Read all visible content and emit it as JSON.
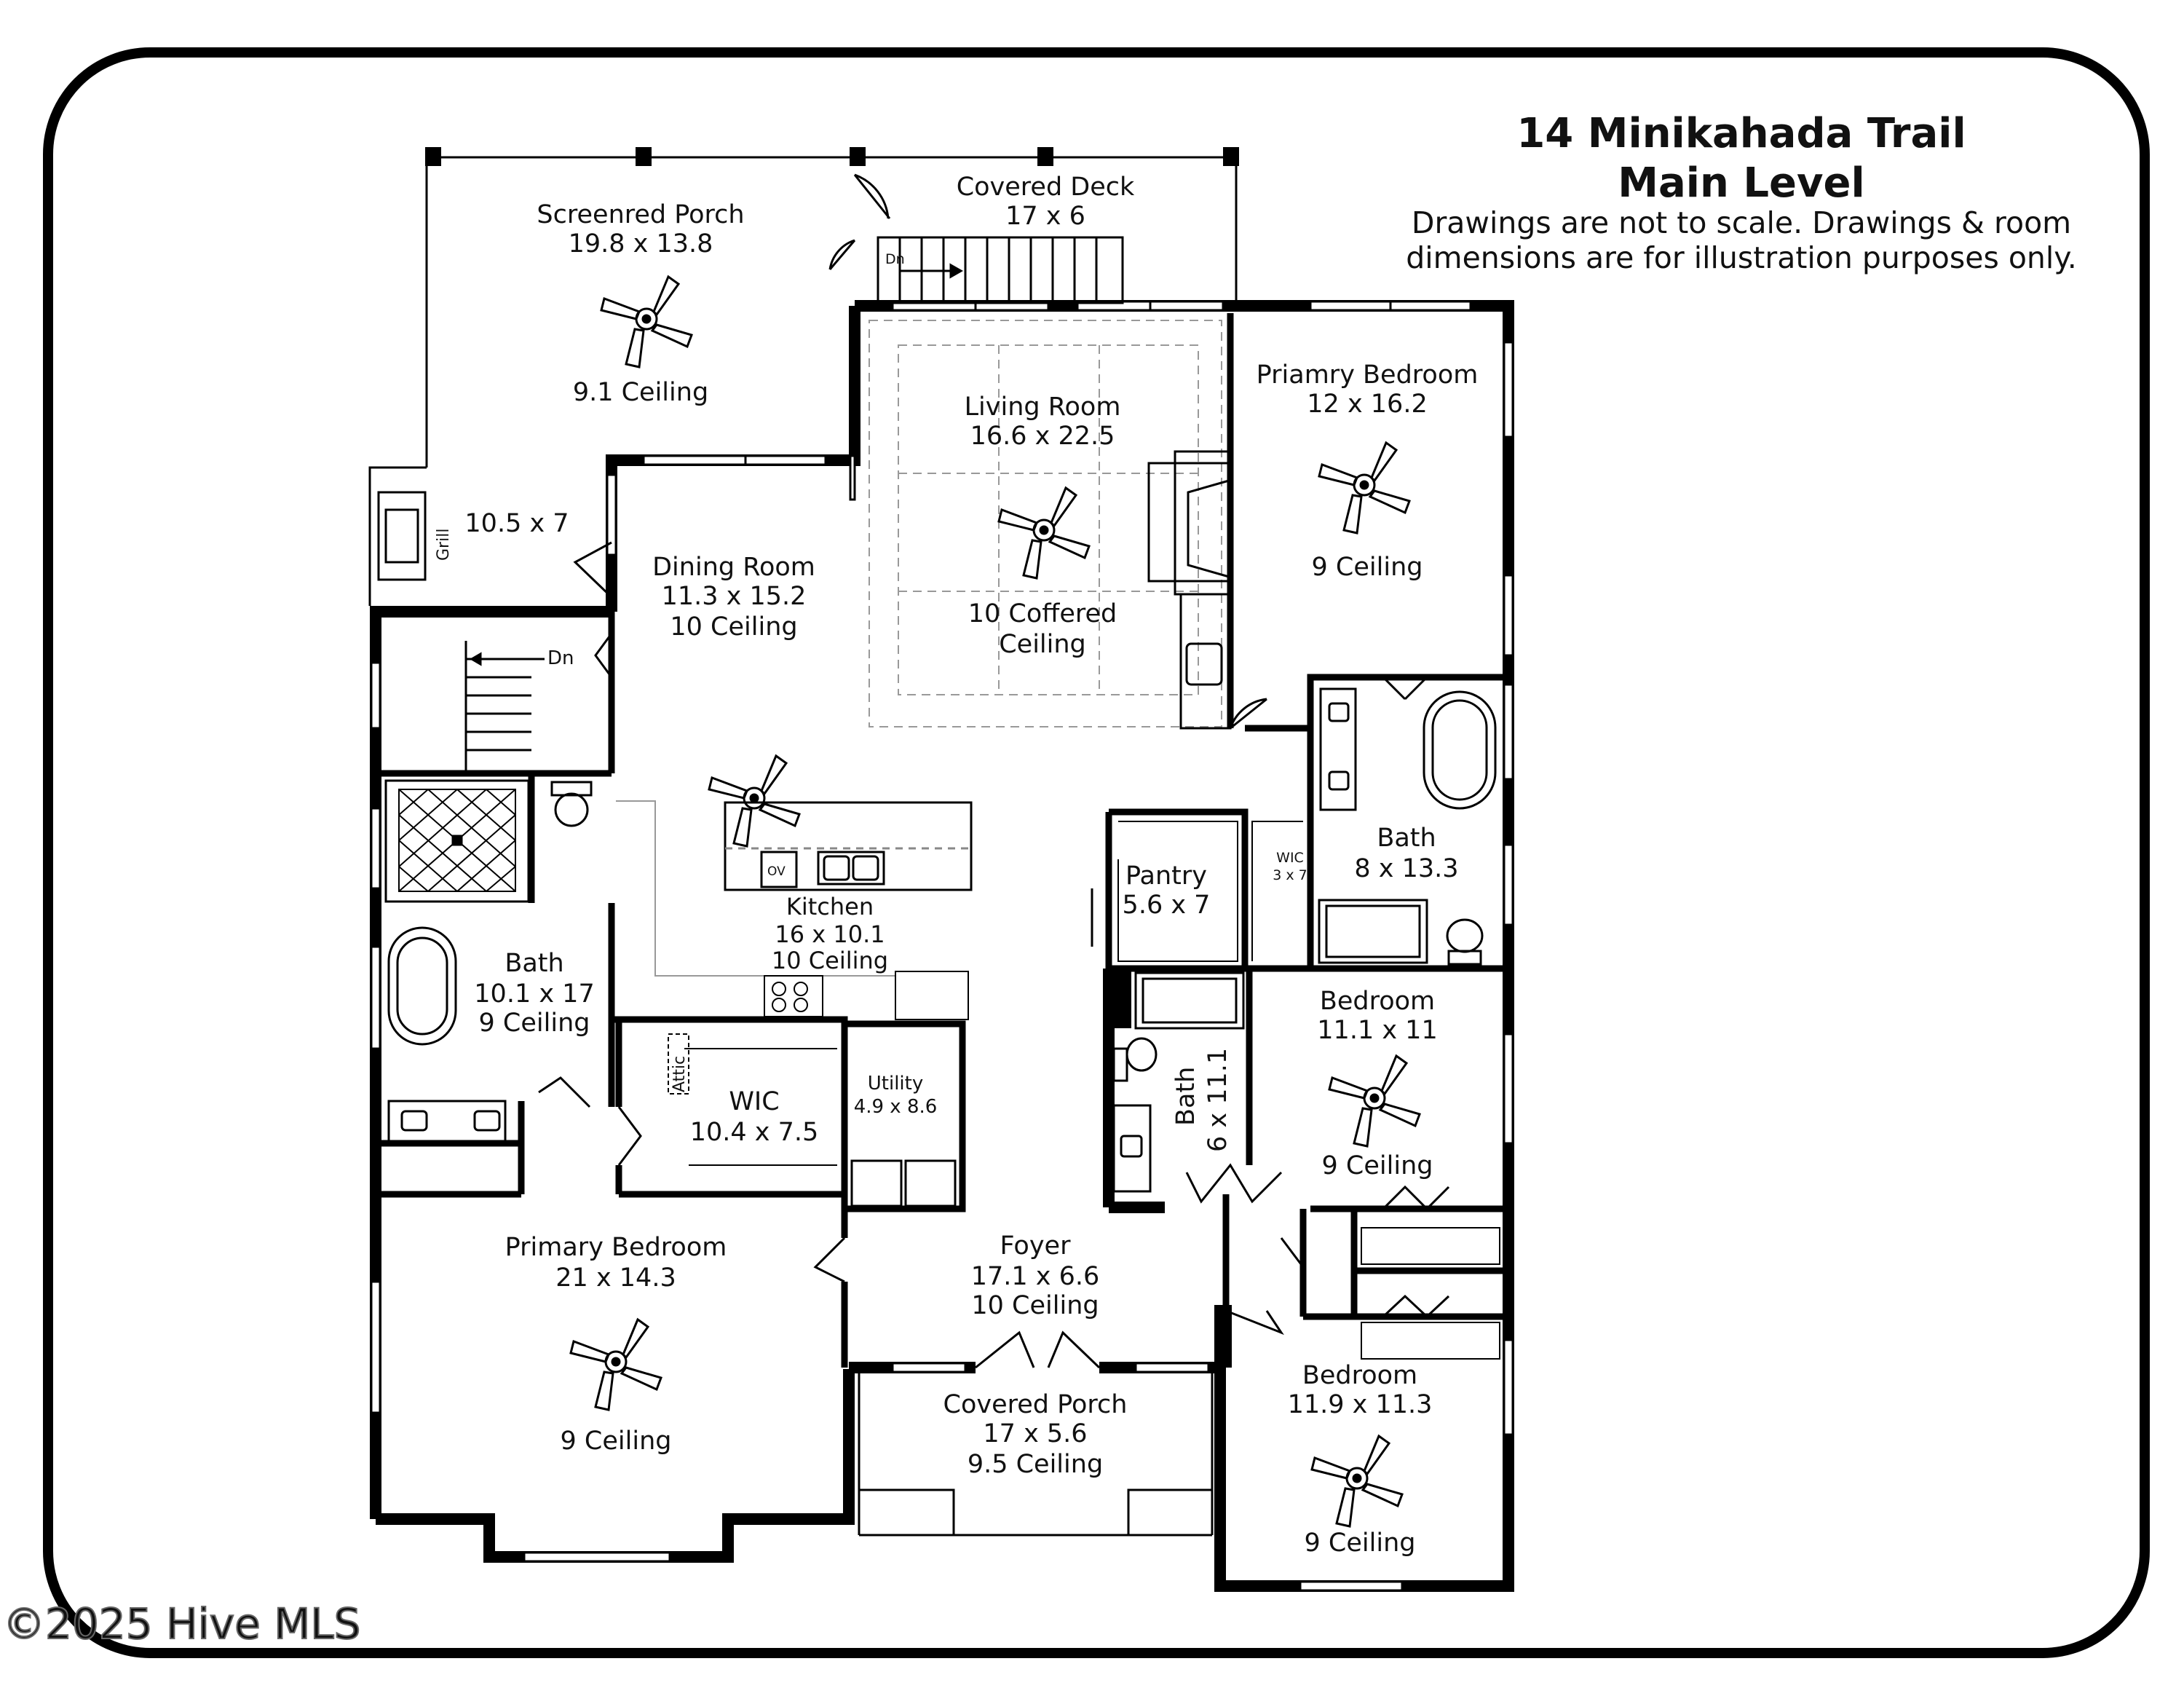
{
  "header": {
    "title_line1": "14 Minikahada Trail",
    "title_line2": "Main Level",
    "note_line1": "Drawings are not to scale. Drawings & room",
    "note_line2": "dimensions are for illustration purposes only."
  },
  "rooms": {
    "screened_porch": {
      "name": "Screenred Porch",
      "dims": "19.8 x 13.8",
      "ceiling": "9.1 Ceiling"
    },
    "covered_deck": {
      "name": "Covered Deck",
      "dims": "17 x 6"
    },
    "grill_area": {
      "dims": "10.5 x 7",
      "grill_label": "Grill"
    },
    "living_room": {
      "name": "Living Room",
      "dims": "16.6 x 22.5",
      "ceiling_line1": "10 Coffered",
      "ceiling_line2": "Ceiling"
    },
    "primary_bedroom_upper": {
      "name": "Priamry Bedroom",
      "dims": "12 x 16.2",
      "ceiling": "9 Ceiling"
    },
    "dining_room": {
      "name": "Dining Room",
      "dims": "11.3 x 15.2",
      "ceiling": "10 Ceiling"
    },
    "kitchen": {
      "name": "Kitchen",
      "dims": "16 x 10.1",
      "ceiling": "10 Ceiling",
      "oven_label": "OV"
    },
    "bath_primary_upper": {
      "name": "Bath",
      "dims": "8 x 13.3"
    },
    "wic_small": {
      "name": "WIC",
      "dims": "3 x 7"
    },
    "pantry": {
      "name": "Pantry",
      "dims": "5.6 x 7"
    },
    "bath_left": {
      "name": "Bath",
      "dims": "10.1 x 17",
      "ceiling": "9 Ceiling"
    },
    "wic_large": {
      "name": "WIC",
      "dims": "10.4 x 7.5",
      "attic_label": "Attic"
    },
    "utility": {
      "name": "Utility",
      "dims": "4.9 x 8.6"
    },
    "bath_center": {
      "name": "Bath",
      "dims": "6 x 11.1"
    },
    "bedroom_1": {
      "name": "Bedroom",
      "dims": "11.1 x 11",
      "ceiling": "9 Ceiling"
    },
    "primary_bedroom_lower": {
      "name": "Primary Bedroom",
      "dims": "21 x 14.3",
      "ceiling": "9 Ceiling"
    },
    "foyer": {
      "name": "Foyer",
      "dims": "17.1 x 6.6",
      "ceiling": "10 Ceiling"
    },
    "covered_porch": {
      "name": "Covered Porch",
      "dims": "17 x 5.6",
      "ceiling": "9.5 Ceiling"
    },
    "bedroom_2": {
      "name": "Bedroom",
      "dims": "11.9 x 11.3",
      "ceiling": "9 Ceiling"
    }
  },
  "stairs": {
    "down_label_upper": "Dn",
    "down_label_lower": "Dn"
  },
  "watermark": "©2025 Hive MLS"
}
